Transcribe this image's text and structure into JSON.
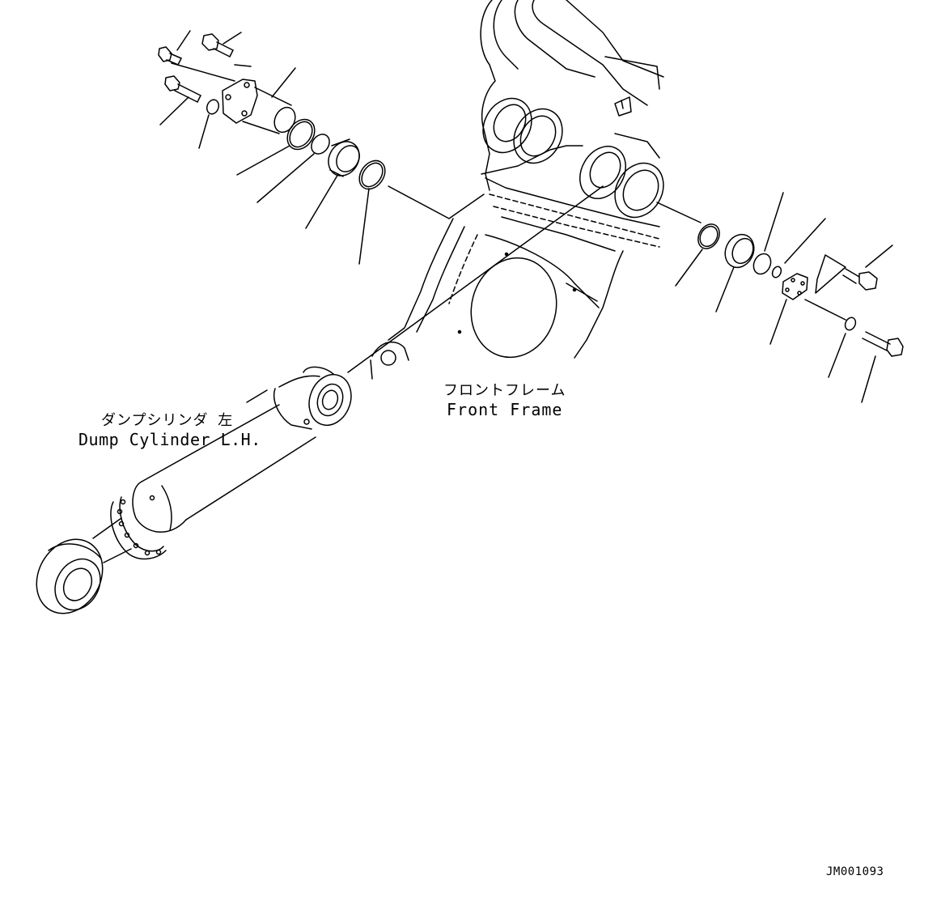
{
  "labels": {
    "front_frame_jp": "フロントフレーム",
    "front_frame_en": "Front Frame",
    "dump_cylinder_jp": "ダンプシリンダ 左",
    "dump_cylinder_en": "Dump Cylinder L.H.",
    "drawing_code": "JM001093"
  },
  "colors": {
    "line": "#000000",
    "background": "#ffffff"
  }
}
